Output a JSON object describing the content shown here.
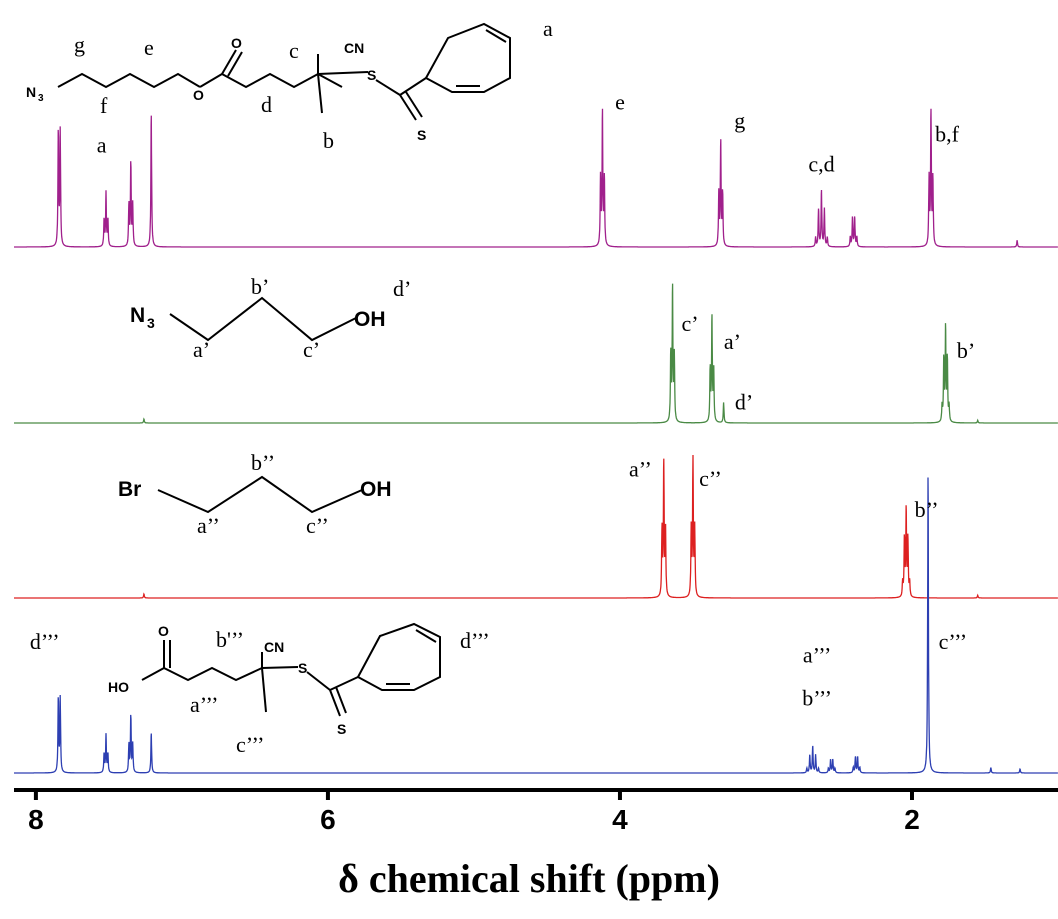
{
  "chart_data": {
    "type": "line",
    "title": "",
    "xlabel": "δ chemical shift (ppm)",
    "ylabel": "",
    "xlim": [
      8.15,
      1.0
    ],
    "x_reversed": true,
    "x_ticks": [
      {
        "value": 8,
        "label": "8"
      },
      {
        "value": 6,
        "label": "6"
      },
      {
        "value": 4,
        "label": "4"
      },
      {
        "value": 2,
        "label": "2"
      }
    ],
    "grid": false,
    "series": [
      {
        "color": "#a0208c",
        "peaks": [
          {
            "ppm": 7.84,
            "h": 0.85,
            "mult": 2,
            "sp": 0.013
          },
          {
            "ppm": 7.52,
            "h": 0.4,
            "mult": 3,
            "sp": 0.013
          },
          {
            "ppm": 7.35,
            "h": 0.62,
            "mult": 3,
            "sp": 0.013
          },
          {
            "ppm": 7.21,
            "h": 1.0,
            "mult": 1,
            "sp": 0
          },
          {
            "ppm": 4.12,
            "h": 1.0,
            "mult": 3,
            "sp": 0.013
          },
          {
            "ppm": 3.31,
            "h": 0.78,
            "mult": 3,
            "sp": 0.013
          },
          {
            "ppm": 2.62,
            "h": 0.42,
            "mult": 5,
            "sp": 0.02
          },
          {
            "ppm": 2.4,
            "h": 0.22,
            "mult": 4,
            "sp": 0.015
          },
          {
            "ppm": 1.87,
            "h": 1.0,
            "mult": 3,
            "sp": 0.013
          },
          {
            "ppm": 1.28,
            "h": 0.05,
            "mult": 1,
            "sp": 0
          }
        ],
        "labels": [
          {
            "text": "a",
            "ppm": 7.55,
            "h": 0.7
          },
          {
            "text": "e",
            "ppm": 4.0,
            "h": 1.02
          },
          {
            "text": "g",
            "ppm": 3.18,
            "h": 0.88
          },
          {
            "text": "c,d",
            "ppm": 2.62,
            "h": 0.56
          },
          {
            "text": "b,f",
            "ppm": 1.76,
            "h": 0.78
          }
        ],
        "molecule": "azidopropyl ester",
        "atom_labels": [
          "g",
          "e",
          "c",
          "d",
          "f",
          "b",
          "a"
        ]
      },
      {
        "color": "#4a8a45",
        "peaks": [
          {
            "ppm": 7.26,
            "h": 0.03,
            "mult": 1,
            "sp": 0
          },
          {
            "ppm": 3.64,
            "h": 1.0,
            "mult": 3,
            "sp": 0.012
          },
          {
            "ppm": 3.37,
            "h": 0.78,
            "mult": 3,
            "sp": 0.012
          },
          {
            "ppm": 3.29,
            "h": 0.15,
            "mult": 1,
            "sp": 0
          },
          {
            "ppm": 1.77,
            "h": 0.7,
            "mult": 5,
            "sp": 0.012
          },
          {
            "ppm": 1.55,
            "h": 0.02,
            "mult": 1,
            "sp": 0
          }
        ],
        "labels": [
          {
            "text": "c’",
            "ppm": 3.52,
            "h": 0.68
          },
          {
            "text": "a’",
            "ppm": 3.23,
            "h": 0.55
          },
          {
            "text": "d’",
            "ppm": 3.15,
            "h": 0.1
          },
          {
            "text": "b’",
            "ppm": 1.63,
            "h": 0.48
          }
        ],
        "molecule": "3-azido-1-propanol",
        "atom_labels": [
          "b’",
          "d’",
          "a’",
          "c’"
        ]
      },
      {
        "color": "#dd2020",
        "peaks": [
          {
            "ppm": 7.26,
            "h": 0.03,
            "mult": 1,
            "sp": 0
          },
          {
            "ppm": 3.7,
            "h": 1.0,
            "mult": 3,
            "sp": 0.012
          },
          {
            "ppm": 3.5,
            "h": 1.0,
            "mult": 3,
            "sp": 0.012
          },
          {
            "ppm": 2.04,
            "h": 0.65,
            "mult": 5,
            "sp": 0.012
          },
          {
            "ppm": 1.55,
            "h": 0.02,
            "mult": 1,
            "sp": 0
          }
        ],
        "labels": [
          {
            "text": "a’’",
            "ppm": 3.86,
            "h": 0.9
          },
          {
            "text": "c’’",
            "ppm": 3.38,
            "h": 0.83
          },
          {
            "text": "b’’",
            "ppm": 1.9,
            "h": 0.6
          }
        ],
        "molecule": "3-bromo-1-propanol",
        "atom_labels": [
          "b’’",
          "a’’",
          "c’’"
        ]
      },
      {
        "color": "#2d3fb2",
        "peaks": [
          {
            "ppm": 7.84,
            "h": 0.55,
            "mult": 2,
            "sp": 0.013
          },
          {
            "ppm": 7.52,
            "h": 0.28,
            "mult": 3,
            "sp": 0.013
          },
          {
            "ppm": 7.35,
            "h": 0.42,
            "mult": 3,
            "sp": 0.013
          },
          {
            "ppm": 7.21,
            "h": 0.3,
            "mult": 1,
            "sp": 0
          },
          {
            "ppm": 2.68,
            "h": 0.2,
            "mult": 5,
            "sp": 0.02
          },
          {
            "ppm": 2.55,
            "h": 0.1,
            "mult": 4,
            "sp": 0.015
          },
          {
            "ppm": 2.38,
            "h": 0.12,
            "mult": 4,
            "sp": 0.015
          },
          {
            "ppm": 1.89,
            "h": 2.25,
            "mult": 1,
            "sp": 0
          },
          {
            "ppm": 1.46,
            "h": 0.04,
            "mult": 1,
            "sp": 0
          },
          {
            "ppm": 1.26,
            "h": 0.03,
            "mult": 1,
            "sp": 0
          }
        ],
        "labels": [
          {
            "text": "d’’’",
            "ppm": 7.94,
            "h": 0.92
          },
          {
            "text": "a’’’",
            "ppm": 2.65,
            "h": 0.82
          },
          {
            "text": "b’’’",
            "ppm": 2.65,
            "h": 0.5
          },
          {
            "text": "c’’’",
            "ppm": 1.72,
            "h": 0.92
          }
        ],
        "molecule": "4-cyano-4-(phenylcarbonothioylthio)pentanoic acid",
        "atom_labels": [
          "b'’’",
          "a’’’",
          "c’’’",
          "d’’’"
        ]
      }
    ],
    "structure_text": {
      "n3": "N",
      "n3_sub": "3",
      "oh": "OH",
      "br": "Br",
      "ho": "HO",
      "cn": "CN",
      "o": "O",
      "s": "S"
    }
  }
}
